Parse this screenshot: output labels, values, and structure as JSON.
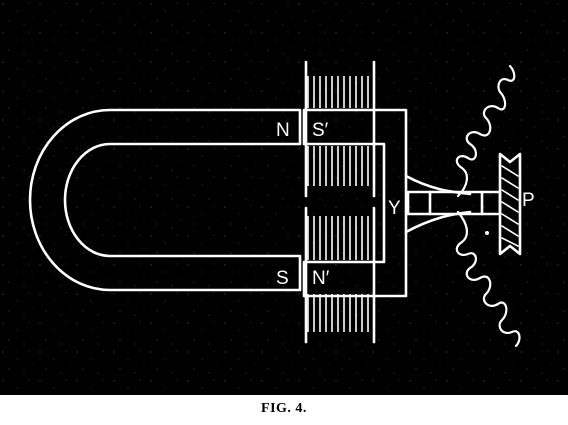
{
  "figure": {
    "labels": {
      "magnet_north": "N",
      "magnet_south": "S",
      "armature_south": "S′",
      "armature_north": "N′",
      "yoke": "Y",
      "point": "P"
    },
    "caption": "FIG. 4."
  },
  "colors": {
    "panel_background": "#000000",
    "line_art": "#ffffff",
    "page_background": "#ffffff",
    "caption_text": "#000000"
  }
}
